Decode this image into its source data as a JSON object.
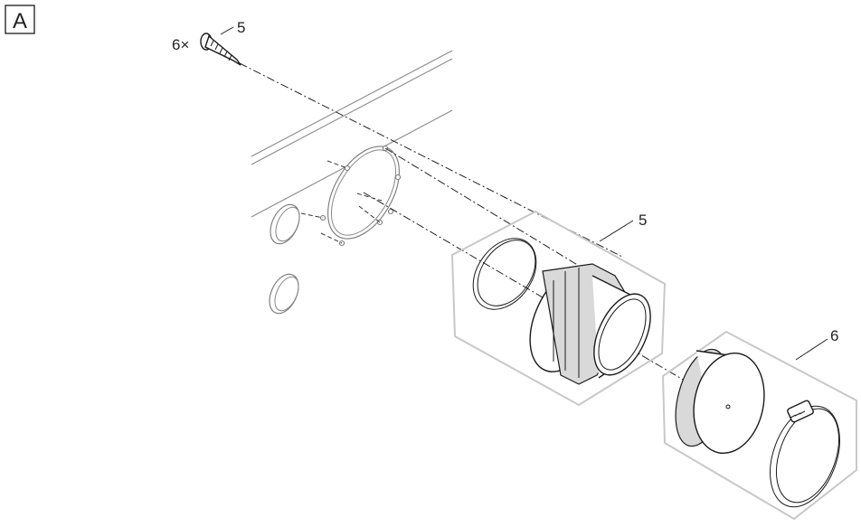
{
  "panel": {
    "letter": "A"
  },
  "callouts": {
    "screw_quantity": "6×",
    "screw_ref": "5",
    "flange_group_ref": "5",
    "cap_group_ref": "6"
  }
}
